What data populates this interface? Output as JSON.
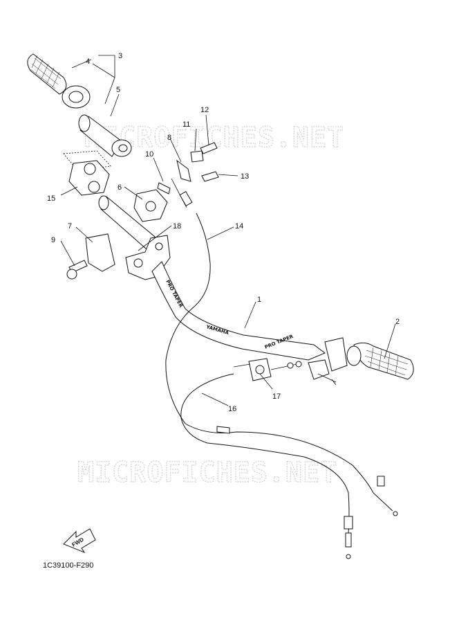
{
  "diagram": {
    "code": "1C39100-F290",
    "watermark": "MICROFICHES.NET",
    "fwd_label": "FWD",
    "handlebar_brand": "YAMAHA",
    "pro_taper_text": "PRO TAPER",
    "callouts": [
      "1",
      "2",
      "3",
      "4",
      "5",
      "6",
      "7",
      "8",
      "9",
      "10",
      "11",
      "12",
      "13",
      "14",
      "15",
      "16",
      "17",
      "18"
    ]
  }
}
